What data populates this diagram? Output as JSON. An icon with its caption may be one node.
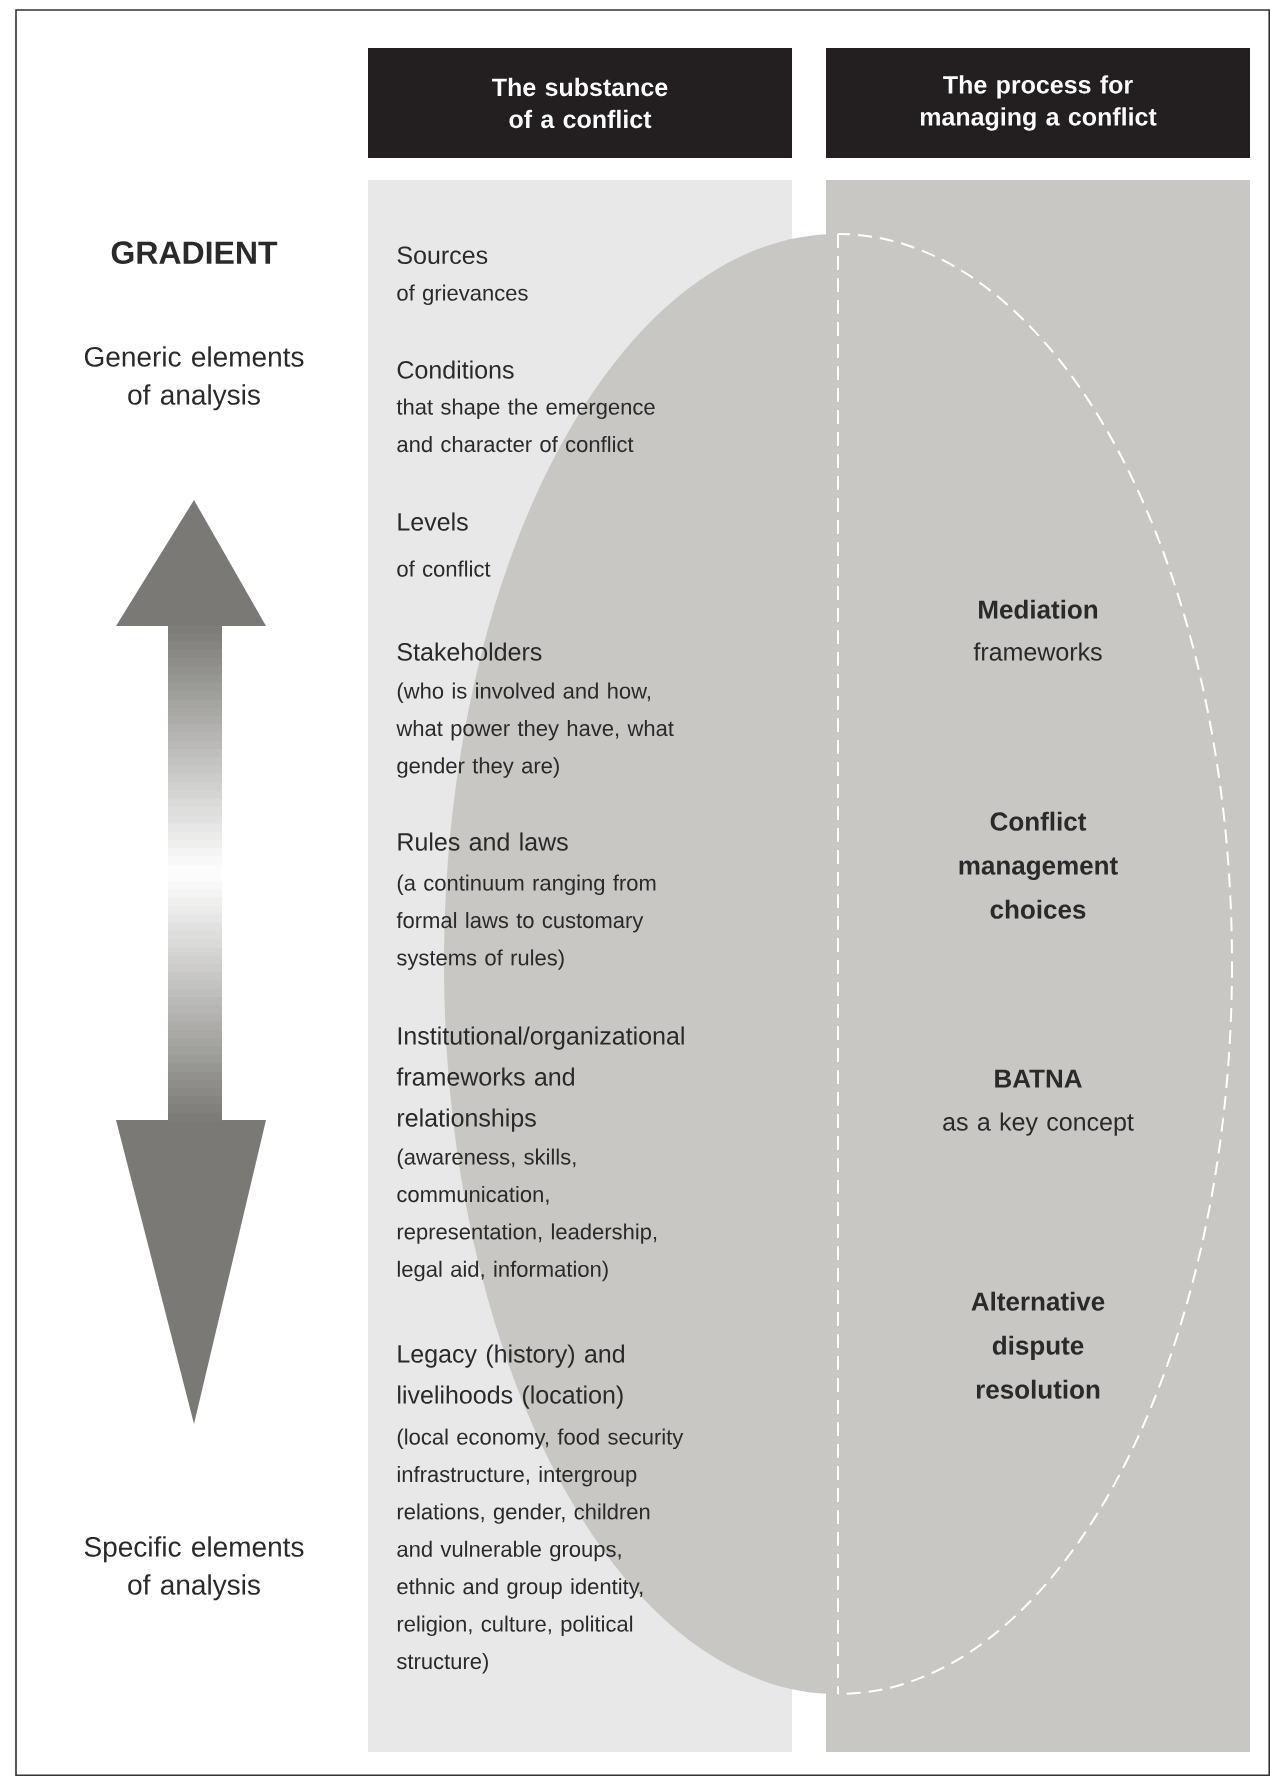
{
  "diagram": {
    "nodes": [
      {
        "text": [
          "The substance of a conflict"
        ]
      },
      {
        "text": [
          "The process for managing a conflict"
        ]
      },
      {
        "text": [
          "Sources",
          "of grievances",
          "Conditions",
          "that shape the emergence and character of conflict",
          "Levels",
          "of conflict",
          "Stakeholders",
          "(who is involved and how, what power they have, what gender they are)",
          "Rules and laws",
          "(a continuum ranging from formal laws to customary systems of rules)",
          "Institutional/organizational frameworks and relationships",
          "(awareness, skills, communication, representation, leadership, legal aid, information)",
          "Legacy (history) and livelihoods (location)",
          "(local economy, food security infrastructure, intergroup relations, gender, children and vulnerable groups, ethnic and group identity, religion, culture, political structure)"
        ]
      },
      {
        "text": [
          "Mediation",
          "frameworks",
          "Conflict management choices",
          "BATNA",
          "as a key concept",
          "Alternative dispute resolution"
        ]
      }
    ],
    "labels": [
      "GRADIENT",
      "Generic elements of analysis",
      "Specific elements of analysis"
    ]
  }
}
